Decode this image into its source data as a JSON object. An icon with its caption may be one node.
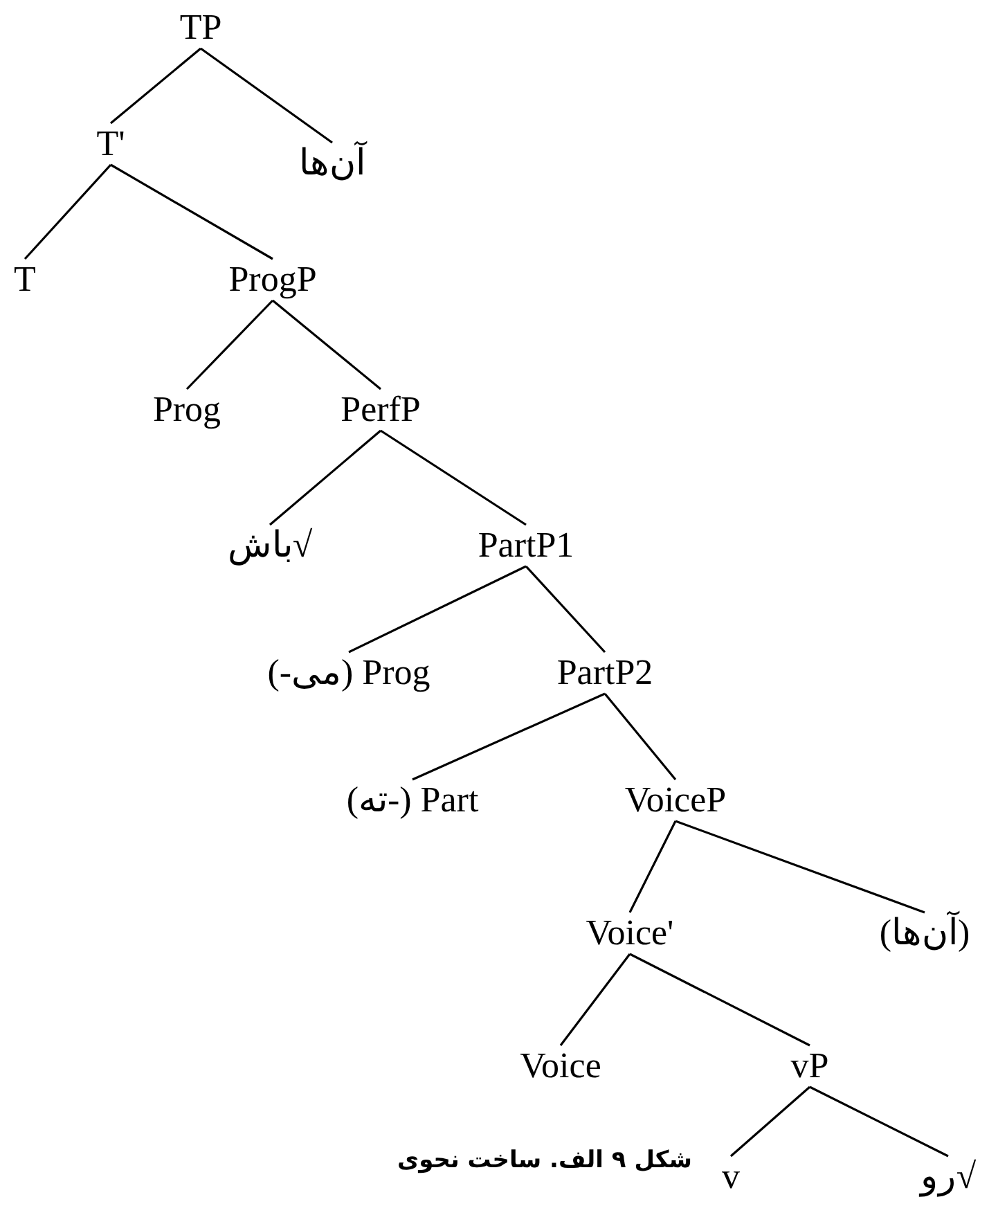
{
  "diagram": {
    "caption": "شکل ۹ الف. ساخت نحوی",
    "nodes": [
      {
        "text": [
          "TP"
        ]
      },
      {
        "text": [
          "T'"
        ]
      },
      {
        "text": [
          "آن‌ها"
        ]
      },
      {
        "text": [
          "T"
        ]
      },
      {
        "text": [
          "ProgP"
        ]
      },
      {
        "text": [
          "Prog"
        ]
      },
      {
        "text": [
          "PerfP"
        ]
      },
      {
        "text": [
          "√باش"
        ]
      },
      {
        "text": [
          "PartP1"
        ]
      },
      {
        "text": [
          "Prog (می-)"
        ]
      },
      {
        "text": [
          "PartP2"
        ]
      },
      {
        "text": [
          "Part (-ته)"
        ]
      },
      {
        "text": [
          "VoiceP"
        ]
      },
      {
        "text": [
          "Voice'"
        ]
      },
      {
        "text": [
          "(آن‌ها)"
        ]
      },
      {
        "text": [
          "Voice"
        ]
      },
      {
        "text": [
          "vP"
        ]
      },
      {
        "text": [
          "v"
        ]
      },
      {
        "text": [
          "√رو"
        ]
      }
    ],
    "edges": [
      {
        "from": 0,
        "to": 1,
        "arrow": "none"
      },
      {
        "from": 0,
        "to": 2,
        "arrow": "none"
      },
      {
        "from": 1,
        "to": 3,
        "arrow": "none"
      },
      {
        "from": 1,
        "to": 4,
        "arrow": "none"
      },
      {
        "from": 4,
        "to": 5,
        "arrow": "none"
      },
      {
        "from": 4,
        "to": 6,
        "arrow": "none"
      },
      {
        "from": 6,
        "to": 7,
        "arrow": "none"
      },
      {
        "from": 6,
        "to": 8,
        "arrow": "none"
      },
      {
        "from": 8,
        "to": 9,
        "arrow": "none"
      },
      {
        "from": 8,
        "to": 10,
        "arrow": "none"
      },
      {
        "from": 10,
        "to": 11,
        "arrow": "none"
      },
      {
        "from": 10,
        "to": 12,
        "arrow": "none"
      },
      {
        "from": 12,
        "to": 13,
        "arrow": "none"
      },
      {
        "from": 12,
        "to": 14,
        "arrow": "none"
      },
      {
        "from": 13,
        "to": 15,
        "arrow": "none"
      },
      {
        "from": 13,
        "to": 16,
        "arrow": "none"
      },
      {
        "from": 16,
        "to": 17,
        "arrow": "none"
      },
      {
        "from": 16,
        "to": 18,
        "arrow": "none"
      }
    ]
  }
}
